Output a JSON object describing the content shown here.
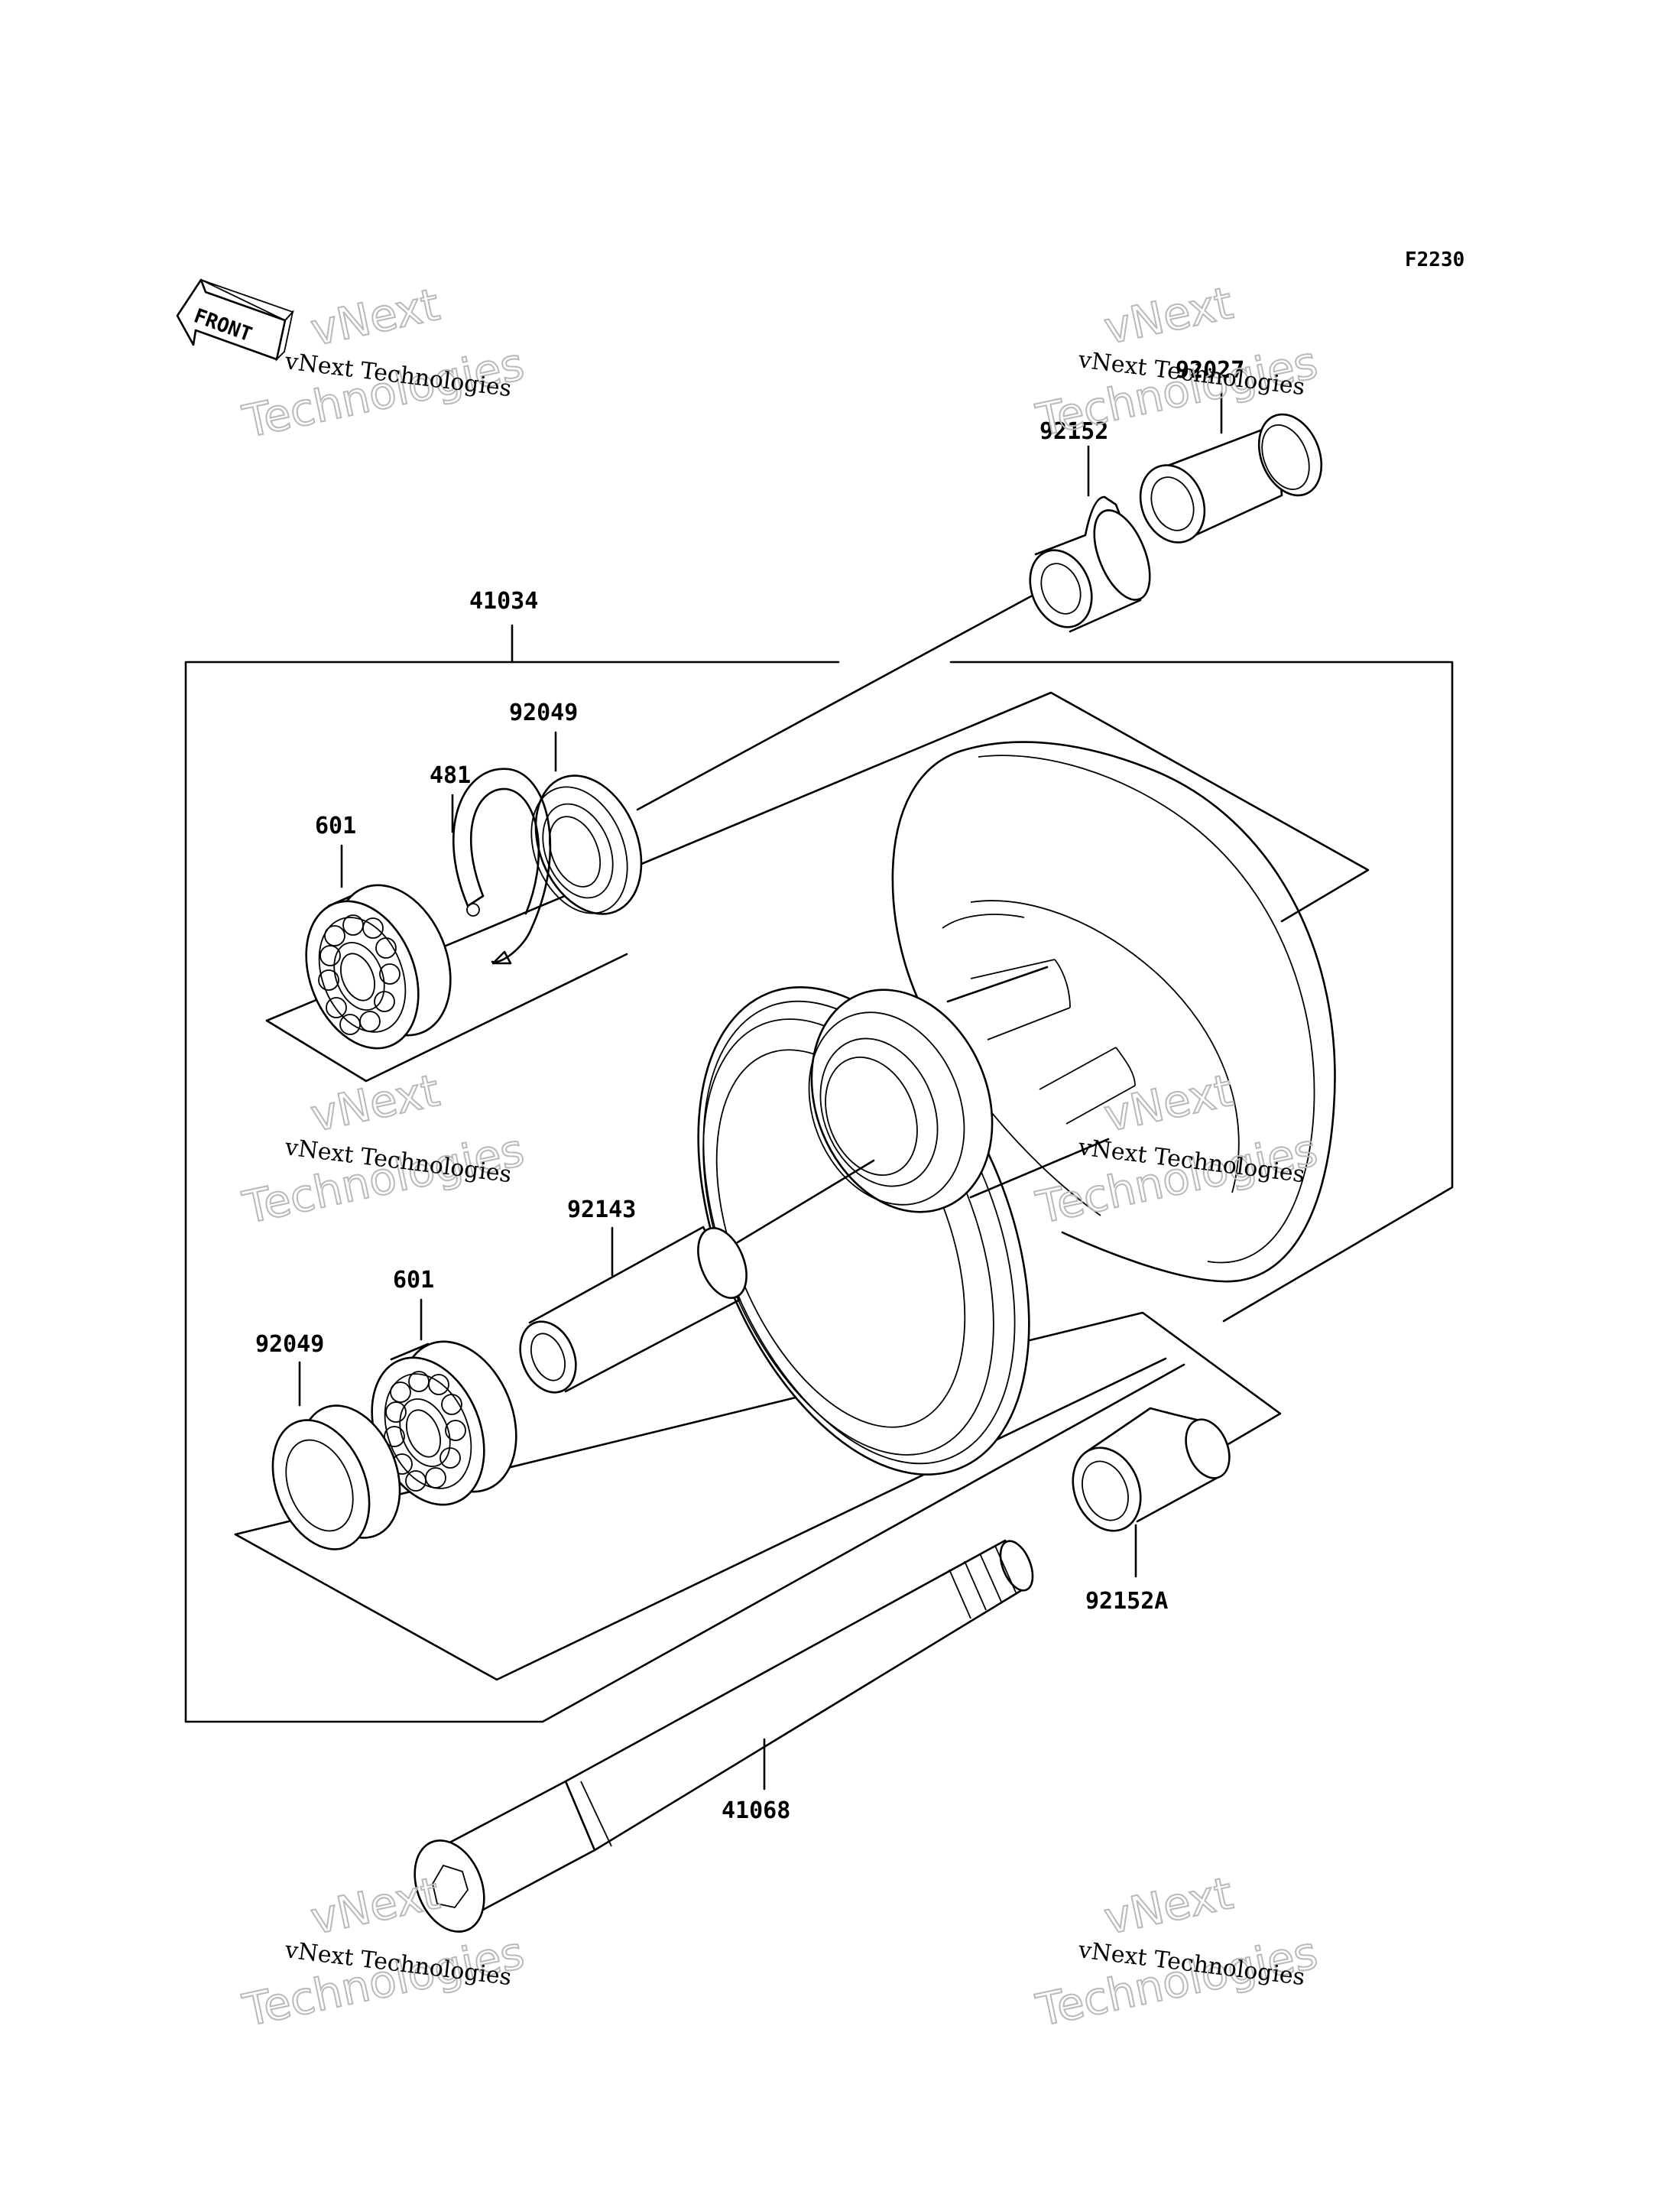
{
  "diagram_code": "F2230",
  "front_label": "FRONT",
  "parts": {
    "p92027": "92027",
    "p92152": "92152",
    "p41034": "41034",
    "p92049_top": "92049",
    "p481": "481",
    "p601_top": "601",
    "p92143": "92143",
    "p601_bottom": "601",
    "p92049_bottom": "92049",
    "p92152A": "92152A",
    "p41068": "41068"
  },
  "watermark": {
    "line1": "vNext Technologies",
    "line2": "vNext",
    "line3": "Technologies"
  }
}
